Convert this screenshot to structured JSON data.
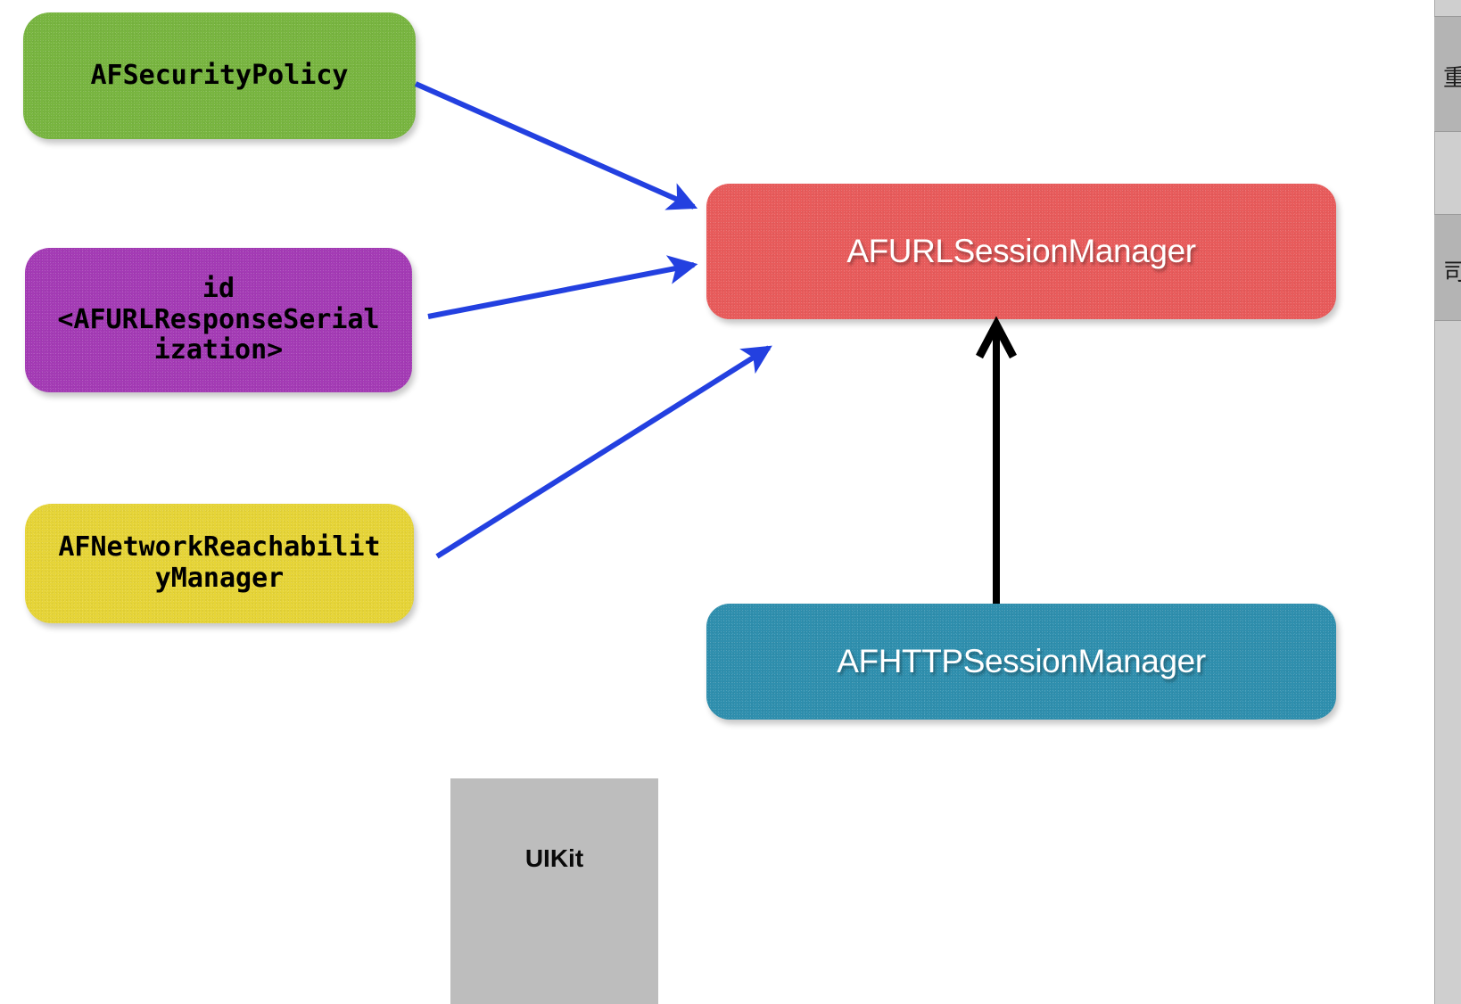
{
  "diagram": {
    "type": "class-relationship-diagram",
    "background": "#ffffff",
    "nodes": [
      {
        "id": "security-policy",
        "label": "AFSecurityPolicy",
        "color": "#78b540",
        "text_color": "#000000",
        "shape": "rounded-rect",
        "font": "mono"
      },
      {
        "id": "response-serialization",
        "label": "id\n<AFURLResponseSerial\nization>",
        "color": "#a43bb5",
        "text_color": "#000000",
        "shape": "rounded-rect",
        "font": "mono"
      },
      {
        "id": "reachability-manager",
        "label": "AFNetworkReachabilit\nyManager",
        "color": "#e6d437",
        "text_color": "#000000",
        "shape": "rounded-rect",
        "font": "mono"
      },
      {
        "id": "urlsession-manager",
        "label": "AFURLSessionManager",
        "color": "#e85b5b",
        "text_color": "#ffffff",
        "shape": "rounded-rect",
        "font": "sans"
      },
      {
        "id": "httpsession-manager",
        "label": "AFHTTPSessionManager",
        "color": "#2f8fae",
        "text_color": "#ffffff",
        "shape": "rounded-rect",
        "font": "sans"
      },
      {
        "id": "uikit",
        "label": "UIKit",
        "color": "#bdbdbd",
        "text_color": "#0a0a0a",
        "shape": "rect",
        "font": "sans-bold"
      }
    ],
    "edges": [
      {
        "id": "edge-security-to-urlsession",
        "from": "security-policy",
        "to": "urlsession-manager",
        "color": "#2340e0",
        "style": "solid",
        "arrowhead": "filled-triangle"
      },
      {
        "id": "edge-serialization-to-urlsession",
        "from": "response-serialization",
        "to": "urlsession-manager",
        "color": "#2340e0",
        "style": "solid",
        "arrowhead": "filled-triangle"
      },
      {
        "id": "edge-reachability-to-urlsession",
        "from": "reachability-manager",
        "to": "urlsession-manager",
        "color": "#2340e0",
        "style": "solid",
        "arrowhead": "filled-triangle"
      },
      {
        "id": "edge-http-to-urlsession",
        "from": "httpsession-manager",
        "to": "urlsession-manager",
        "color": "#000000",
        "style": "solid",
        "arrowhead": "open-chevron",
        "relationship": "inheritance"
      }
    ]
  },
  "right_panel": {
    "glyph_top": "重",
    "glyph_mid": "司"
  }
}
